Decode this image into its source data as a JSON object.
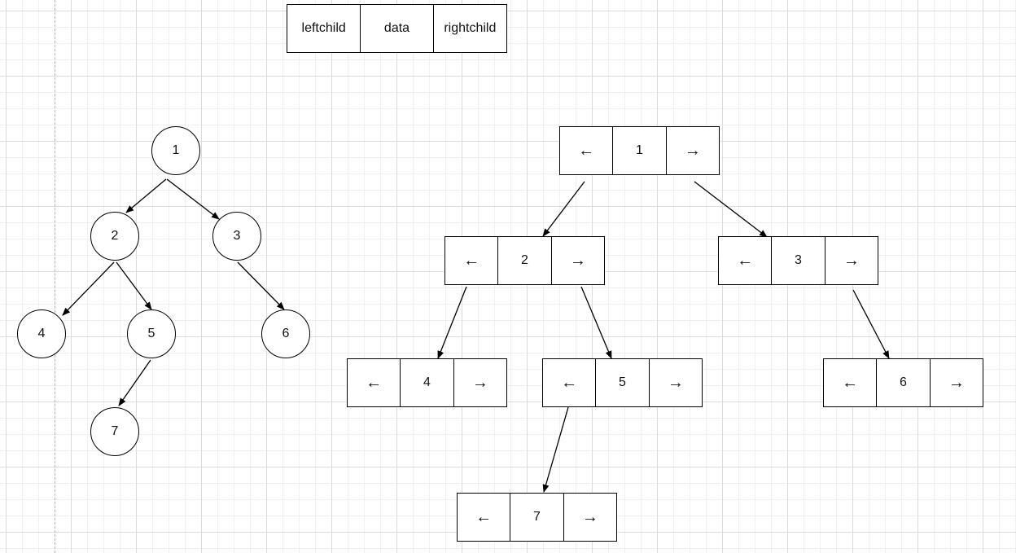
{
  "legend": {
    "fields": [
      "leftchild",
      "data",
      "rightchild"
    ]
  },
  "tree_nodes": [
    {
      "id": "1",
      "label": "1"
    },
    {
      "id": "2",
      "label": "2"
    },
    {
      "id": "3",
      "label": "3"
    },
    {
      "id": "4",
      "label": "4"
    },
    {
      "id": "5",
      "label": "5"
    },
    {
      "id": "6",
      "label": "6"
    },
    {
      "id": "7",
      "label": "7"
    }
  ],
  "tree_edges": [
    [
      "1",
      "2"
    ],
    [
      "1",
      "3"
    ],
    [
      "2",
      "4"
    ],
    [
      "2",
      "5"
    ],
    [
      "3",
      "6"
    ],
    [
      "5",
      "7"
    ]
  ],
  "linked_nodes": [
    {
      "id": "1",
      "left": "←",
      "data": "1",
      "right": "→"
    },
    {
      "id": "2",
      "left": "←",
      "data": "2",
      "right": "→"
    },
    {
      "id": "3",
      "left": "←",
      "data": "3",
      "right": "→"
    },
    {
      "id": "4",
      "left": "←",
      "data": "4",
      "right": "→"
    },
    {
      "id": "5",
      "left": "←",
      "data": "5",
      "right": "→"
    },
    {
      "id": "6",
      "left": "←",
      "data": "6",
      "right": "→"
    },
    {
      "id": "7",
      "left": "←",
      "data": "7",
      "right": "→"
    }
  ],
  "pointer_edges": [
    [
      "1",
      "2"
    ],
    [
      "1",
      "3"
    ],
    [
      "2",
      "4"
    ],
    [
      "2",
      "5"
    ],
    [
      "3",
      "6"
    ],
    [
      "5",
      "7"
    ]
  ],
  "colors": {
    "stroke": "#000000",
    "grid": "#dcdcdc",
    "text": "#111111"
  }
}
